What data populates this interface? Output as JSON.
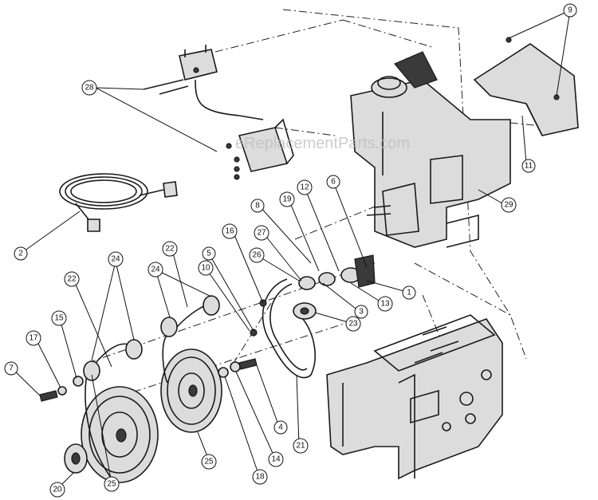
{
  "watermark": "eReplacementParts.com",
  "callouts": [
    {
      "id": "9",
      "label": "9"
    },
    {
      "id": "28",
      "label": "28"
    },
    {
      "id": "11",
      "label": "11"
    },
    {
      "id": "29",
      "label": "29"
    },
    {
      "id": "2",
      "label": "2"
    },
    {
      "id": "16",
      "label": "16"
    },
    {
      "id": "8",
      "label": "8"
    },
    {
      "id": "19",
      "label": "19"
    },
    {
      "id": "12",
      "label": "12"
    },
    {
      "id": "6",
      "label": "6"
    },
    {
      "id": "5",
      "label": "5"
    },
    {
      "id": "27",
      "label": "27"
    },
    {
      "id": "26",
      "label": "26"
    },
    {
      "id": "22a",
      "label": "22"
    },
    {
      "id": "10",
      "label": "10"
    },
    {
      "id": "24a",
      "label": "24"
    },
    {
      "id": "24b",
      "label": "24"
    },
    {
      "id": "1",
      "label": "1"
    },
    {
      "id": "13",
      "label": "13"
    },
    {
      "id": "3",
      "label": "3"
    },
    {
      "id": "23",
      "label": "23"
    },
    {
      "id": "22b",
      "label": "22"
    },
    {
      "id": "15",
      "label": "15"
    },
    {
      "id": "17",
      "label": "17"
    },
    {
      "id": "7",
      "label": "7"
    },
    {
      "id": "4",
      "label": "4"
    },
    {
      "id": "21",
      "label": "21"
    },
    {
      "id": "25a",
      "label": "25"
    },
    {
      "id": "14",
      "label": "14"
    },
    {
      "id": "18",
      "label": "18"
    },
    {
      "id": "20",
      "label": "20"
    },
    {
      "id": "25b",
      "label": "25"
    }
  ]
}
